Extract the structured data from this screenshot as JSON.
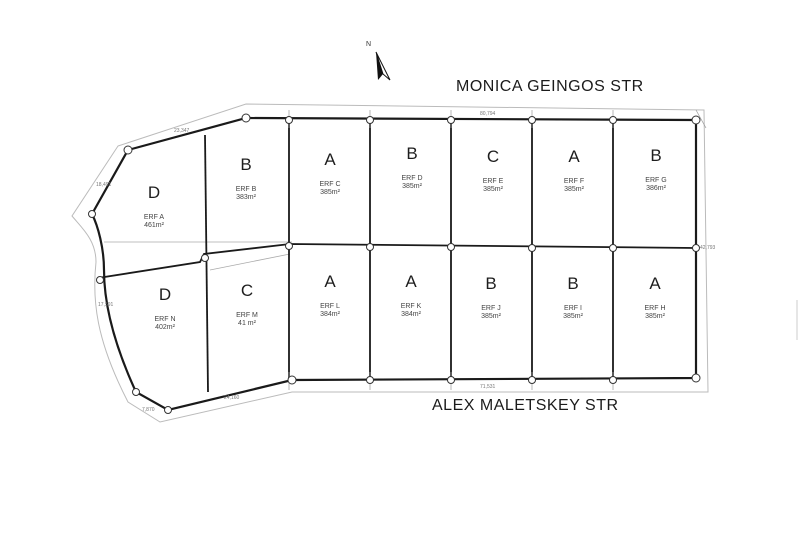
{
  "streets": {
    "north": "MONICA GEINGOS STR",
    "south": "ALEX MALETSKEY STR"
  },
  "north_arrow": {
    "label": "N"
  },
  "lots": [
    {
      "id": "A",
      "type": "D",
      "erf": "ERF A",
      "area": "461m²"
    },
    {
      "id": "B",
      "type": "B",
      "erf": "ERF B",
      "area": "383m²"
    },
    {
      "id": "C",
      "type": "A",
      "erf": "ERF C",
      "area": "385m²"
    },
    {
      "id": "D",
      "type": "B",
      "erf": "ERF D",
      "area": "385m²"
    },
    {
      "id": "E",
      "type": "C",
      "erf": "ERF E",
      "area": "385m²"
    },
    {
      "id": "F",
      "type": "A",
      "erf": "ERF F",
      "area": "385m²"
    },
    {
      "id": "G",
      "type": "B",
      "erf": "ERF G",
      "area": "386m²"
    },
    {
      "id": "N",
      "type": "D",
      "erf": "ERF N",
      "area": "402m²"
    },
    {
      "id": "M",
      "type": "C",
      "erf": "ERF M",
      "area": "41 m²"
    },
    {
      "id": "L",
      "type": "A",
      "erf": "ERF L",
      "area": "384m²"
    },
    {
      "id": "K",
      "type": "A",
      "erf": "ERF K",
      "area": "384m²"
    },
    {
      "id": "J",
      "type": "B",
      "erf": "ERF J",
      "area": "385m²"
    },
    {
      "id": "I",
      "type": "B",
      "erf": "ERF I",
      "area": "385m²"
    },
    {
      "id": "H",
      "type": "A",
      "erf": "ERF H",
      "area": "385m²"
    }
  ],
  "dimensions": {
    "north_edge": "80,794",
    "south_edge": "71,531",
    "east_edge": "42,793",
    "nw_edge": "23,347",
    "sw_edge": "24,160",
    "w_edge_upper": "18,491",
    "w_edge_lower": "17,591",
    "s_corner": "7,870"
  }
}
